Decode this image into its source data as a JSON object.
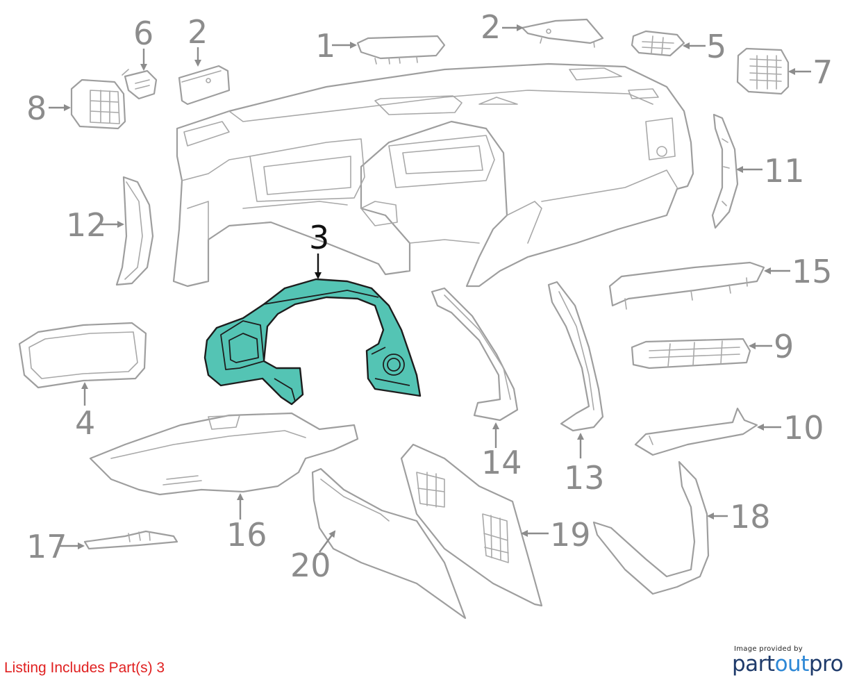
{
  "callouts": {
    "c1": "1",
    "c2a": "2",
    "c2b": "2",
    "c3": "3",
    "c4": "4",
    "c5": "5",
    "c6": "6",
    "c7": "7",
    "c8": "8",
    "c9": "9",
    "c10": "10",
    "c11": "11",
    "c12": "12",
    "c13": "13",
    "c14": "14",
    "c15": "15",
    "c16": "16",
    "c17": "17",
    "c18": "18",
    "c19": "19",
    "c20": "20"
  },
  "highlighted_part": "3",
  "colors": {
    "highlight_fill": "#54c4b4",
    "outline": "#9e9e9e",
    "listing_text": "#e02020",
    "logo_dark": "#1f3b6b",
    "logo_accent": "#2e88d6"
  },
  "listing": {
    "text": "Listing Includes Part(s) 3"
  },
  "provider": {
    "caption": "Image provided by",
    "logo_part1": "part",
    "logo_part2": "out",
    "logo_part3": "pro"
  }
}
